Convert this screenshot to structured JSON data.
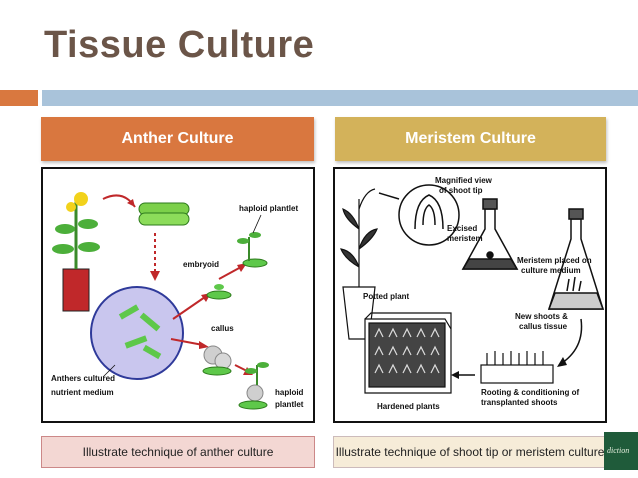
{
  "slide": {
    "title": "Tissue Culture"
  },
  "left": {
    "header": "Anther Culture",
    "caption": "Illustrate technique of anther culture",
    "labels": {
      "haploid_plantlet_top": "haploid plantlet",
      "embryoid": "embryoid",
      "callus": "callus",
      "anthers_line1": "Anthers cultured",
      "anthers_line2": "nutrient medium",
      "haploid_bottom_line1": "haploid",
      "haploid_bottom_line2": "plantlet"
    }
  },
  "right": {
    "header": "Meristem Culture",
    "caption": "Illustrate technique of shoot tip or meristem culture",
    "labels": {
      "magnified_line1": "Magnified view",
      "magnified_line2": "of shoot tip",
      "excised_line1": "Excised",
      "excised_line2": "meristem",
      "meristem_placed_line1": "Meristem placed on",
      "meristem_placed_line2": "culture medium",
      "potted_plant": "Potted plant",
      "new_shoots_line1": "New shoots &",
      "new_shoots_line2": "callus tissue",
      "rooting_line1": "Rooting & conditioning of",
      "rooting_line2": "transplanted shoots",
      "hardened": "Hardened plants"
    }
  },
  "logo": {
    "text": "diction"
  },
  "colors": {
    "title": "#6b5548",
    "accent_orange": "#d9773f",
    "accent_gold": "#d3b25a",
    "accent_blue": "#a9c3da"
  }
}
